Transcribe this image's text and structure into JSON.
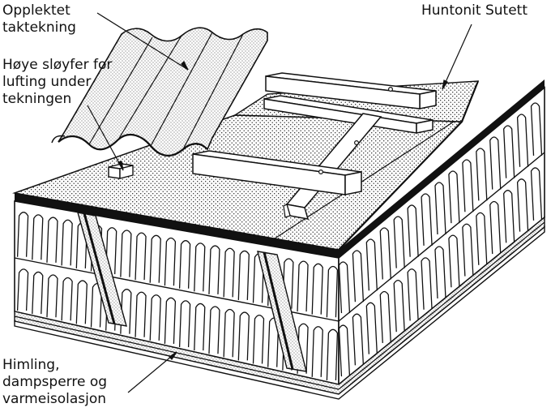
{
  "labels": {
    "roof_covering": [
      "Opplektet",
      "taktekning"
    ],
    "sheathing_board": "Huntonit Sutett",
    "battens": [
      "Høye sløyfer for",
      "lufting under",
      "tekningen"
    ],
    "ceiling": [
      "Himling,",
      "dampsperre og",
      "varmeisolasjon"
    ]
  }
}
